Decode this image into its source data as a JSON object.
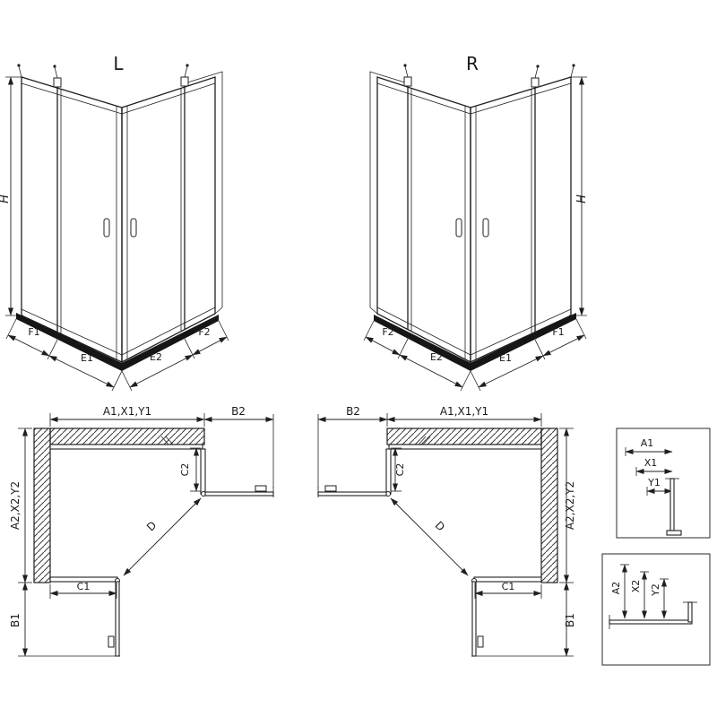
{
  "page": {
    "background": "#ffffff",
    "line_color": "#1f1f1f"
  },
  "views": {
    "front_left": {
      "title": "L",
      "height": "H",
      "seg_labels": [
        "F1",
        "E1",
        "E2",
        "F2"
      ]
    },
    "front_right": {
      "title": "R",
      "height": "H",
      "seg_labels": [
        "F2",
        "E2",
        "E1",
        "F1"
      ]
    },
    "plan_left": {
      "width_top": "A1,X1,Y1",
      "bar_top": "B2",
      "return_panel": "C2",
      "depth_left": "A2,X2,Y2",
      "fixed_bottom": "C1",
      "door_bottom": "B1",
      "entry_diagonal": "D"
    },
    "plan_right": {
      "width_top": "A1,X1,Y1",
      "bar_top": "B2",
      "return_panel": "C2",
      "depth_left": "A2,X2,Y2",
      "fixed_bottom": "C1",
      "door_bottom": "B1",
      "entry_diagonal": "D"
    },
    "detail_top": {
      "labels": [
        "A1",
        "X1",
        "Y1"
      ]
    },
    "detail_bottom": {
      "labels": [
        "A2",
        "X2",
        "Y2"
      ]
    }
  }
}
